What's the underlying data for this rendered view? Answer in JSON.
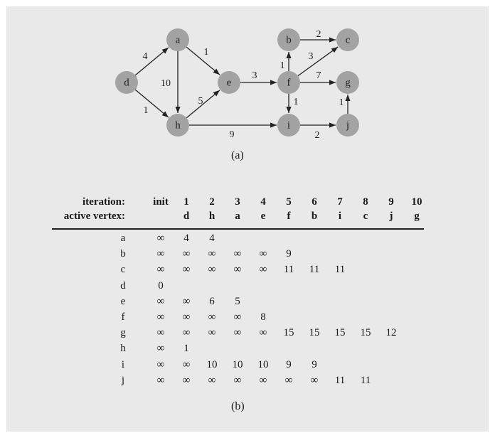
{
  "graph": {
    "nodes": [
      {
        "id": "a",
        "label": "a"
      },
      {
        "id": "b",
        "label": "b"
      },
      {
        "id": "c",
        "label": "c"
      },
      {
        "id": "d",
        "label": "d"
      },
      {
        "id": "e",
        "label": "e"
      },
      {
        "id": "f",
        "label": "f"
      },
      {
        "id": "g",
        "label": "g"
      },
      {
        "id": "h",
        "label": "h"
      },
      {
        "id": "i",
        "label": "i"
      },
      {
        "id": "j",
        "label": "j"
      }
    ],
    "edges": [
      {
        "from": "d",
        "to": "a",
        "weight": "4"
      },
      {
        "from": "d",
        "to": "h",
        "weight": "1"
      },
      {
        "from": "a",
        "to": "h",
        "weight": "10"
      },
      {
        "from": "a",
        "to": "e",
        "weight": "1"
      },
      {
        "from": "h",
        "to": "e",
        "weight": "5"
      },
      {
        "from": "h",
        "to": "i",
        "weight": "9"
      },
      {
        "from": "e",
        "to": "f",
        "weight": "3"
      },
      {
        "from": "f",
        "to": "b",
        "weight": "1"
      },
      {
        "from": "f",
        "to": "c",
        "weight": "3"
      },
      {
        "from": "f",
        "to": "g",
        "weight": "7"
      },
      {
        "from": "f",
        "to": "i",
        "weight": "1"
      },
      {
        "from": "b",
        "to": "c",
        "weight": "2"
      },
      {
        "from": "i",
        "to": "j",
        "weight": "2"
      },
      {
        "from": "j",
        "to": "g",
        "weight": "1"
      }
    ],
    "node_color": "#a3a3a3"
  },
  "caption_a": "(a)",
  "caption_b": "(b)",
  "table": {
    "iteration_label": "iteration:",
    "active_label": "active vertex:",
    "iterations": [
      "init",
      "1",
      "2",
      "3",
      "4",
      "5",
      "6",
      "7",
      "8",
      "9",
      "10"
    ],
    "active": [
      "",
      "d",
      "h",
      "a",
      "e",
      "f",
      "b",
      "i",
      "c",
      "j",
      "g"
    ],
    "rows": [
      {
        "label": "a",
        "cells": [
          "∞",
          "4",
          "4",
          "",
          "",
          "",
          "",
          "",
          "",
          "",
          ""
        ]
      },
      {
        "label": "b",
        "cells": [
          "∞",
          "∞",
          "∞",
          "∞",
          "∞",
          "9",
          "",
          "",
          "",
          "",
          ""
        ]
      },
      {
        "label": "c",
        "cells": [
          "∞",
          "∞",
          "∞",
          "∞",
          "∞",
          "11",
          "11",
          "11",
          "",
          "",
          ""
        ]
      },
      {
        "label": "d",
        "cells": [
          "0",
          "",
          "",
          "",
          "",
          "",
          "",
          "",
          "",
          "",
          ""
        ]
      },
      {
        "label": "e",
        "cells": [
          "∞",
          "∞",
          "6",
          "5",
          "",
          "",
          "",
          "",
          "",
          "",
          ""
        ]
      },
      {
        "label": "f",
        "cells": [
          "∞",
          "∞",
          "∞",
          "∞",
          "8",
          "",
          "",
          "",
          "",
          "",
          ""
        ]
      },
      {
        "label": "g",
        "cells": [
          "∞",
          "∞",
          "∞",
          "∞",
          "∞",
          "15",
          "15",
          "15",
          "15",
          "12",
          ""
        ]
      },
      {
        "label": "h",
        "cells": [
          "∞",
          "1",
          "",
          "",
          "",
          "",
          "",
          "",
          "",
          "",
          ""
        ]
      },
      {
        "label": "i",
        "cells": [
          "∞",
          "∞",
          "10",
          "10",
          "10",
          "9",
          "9",
          "",
          "",
          "",
          ""
        ]
      },
      {
        "label": "j",
        "cells": [
          "∞",
          "∞",
          "∞",
          "∞",
          "∞",
          "∞",
          "∞",
          "11",
          "11",
          "",
          ""
        ]
      }
    ]
  }
}
